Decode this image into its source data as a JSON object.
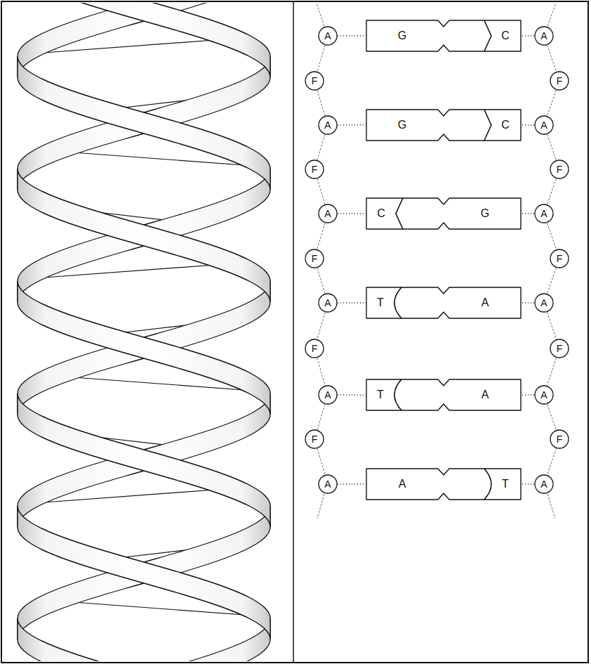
{
  "diagram": {
    "nodes": [
      {
        "text": [
          "A"
        ]
      },
      {
        "text": [
          "G"
        ]
      },
      {
        "text": [
          "C"
        ]
      },
      {
        "text": [
          "A"
        ]
      },
      {
        "text": [
          "F"
        ]
      },
      {
        "text": [
          "F"
        ]
      },
      {
        "text": [
          "A"
        ]
      },
      {
        "text": [
          "G"
        ]
      },
      {
        "text": [
          "C"
        ]
      },
      {
        "text": [
          "A"
        ]
      },
      {
        "text": [
          "F"
        ]
      },
      {
        "text": [
          "F"
        ]
      },
      {
        "text": [
          "A"
        ]
      },
      {
        "text": [
          "C"
        ]
      },
      {
        "text": [
          "G"
        ]
      },
      {
        "text": [
          "A"
        ]
      },
      {
        "text": [
          "F"
        ]
      },
      {
        "text": [
          "F"
        ]
      },
      {
        "text": [
          "A"
        ]
      },
      {
        "text": [
          "T"
        ]
      },
      {
        "text": [
          "A"
        ]
      },
      {
        "text": [
          "A"
        ]
      },
      {
        "text": [
          "F"
        ]
      },
      {
        "text": [
          "F"
        ]
      },
      {
        "text": [
          "A"
        ]
      },
      {
        "text": [
          "T"
        ]
      },
      {
        "text": [
          "A"
        ]
      },
      {
        "text": [
          "A"
        ]
      },
      {
        "text": [
          "F"
        ]
      },
      {
        "text": [
          "F"
        ]
      },
      {
        "text": [
          "A"
        ]
      },
      {
        "text": [
          "A"
        ]
      },
      {
        "text": [
          "T"
        ]
      },
      {
        "text": [
          "A"
        ]
      }
    ],
    "edges": [
      {
        "from": 0,
        "to": 1,
        "arrow": "none"
      },
      {
        "from": 2,
        "to": 3,
        "arrow": "none"
      },
      {
        "from": 0,
        "to": 4,
        "arrow": "none"
      },
      {
        "from": 3,
        "to": 5,
        "arrow": "none"
      },
      {
        "from": 4,
        "to": 6,
        "arrow": "none"
      },
      {
        "from": 5,
        "to": 9,
        "arrow": "none"
      },
      {
        "from": 6,
        "to": 7,
        "arrow": "none"
      },
      {
        "from": 8,
        "to": 9,
        "arrow": "none"
      },
      {
        "from": 6,
        "to": 10,
        "arrow": "none"
      },
      {
        "from": 9,
        "to": 11,
        "arrow": "none"
      },
      {
        "from": 10,
        "to": 12,
        "arrow": "none"
      },
      {
        "from": 11,
        "to": 15,
        "arrow": "none"
      },
      {
        "from": 12,
        "to": 13,
        "arrow": "none"
      },
      {
        "from": 14,
        "to": 15,
        "arrow": "none"
      },
      {
        "from": 12,
        "to": 16,
        "arrow": "none"
      },
      {
        "from": 15,
        "to": 17,
        "arrow": "none"
      },
      {
        "from": 16,
        "to": 18,
        "arrow": "none"
      },
      {
        "from": 17,
        "to": 21,
        "arrow": "none"
      },
      {
        "from": 18,
        "to": 19,
        "arrow": "none"
      },
      {
        "from": 20,
        "to": 21,
        "arrow": "none"
      },
      {
        "from": 18,
        "to": 22,
        "arrow": "none"
      },
      {
        "from": 21,
        "to": 23,
        "arrow": "none"
      },
      {
        "from": 22,
        "to": 24,
        "arrow": "none"
      },
      {
        "from": 23,
        "to": 27,
        "arrow": "none"
      },
      {
        "from": 24,
        "to": 25,
        "arrow": "none"
      },
      {
        "from": 26,
        "to": 27,
        "arrow": "none"
      },
      {
        "from": 24,
        "to": 28,
        "arrow": "none"
      },
      {
        "from": 27,
        "to": 29,
        "arrow": "none"
      },
      {
        "from": 28,
        "to": 30,
        "arrow": "none"
      },
      {
        "from": 29,
        "to": 33,
        "arrow": "none"
      },
      {
        "from": 30,
        "to": 31,
        "arrow": "none"
      },
      {
        "from": 32,
        "to": 33,
        "arrow": "none"
      }
    ]
  }
}
